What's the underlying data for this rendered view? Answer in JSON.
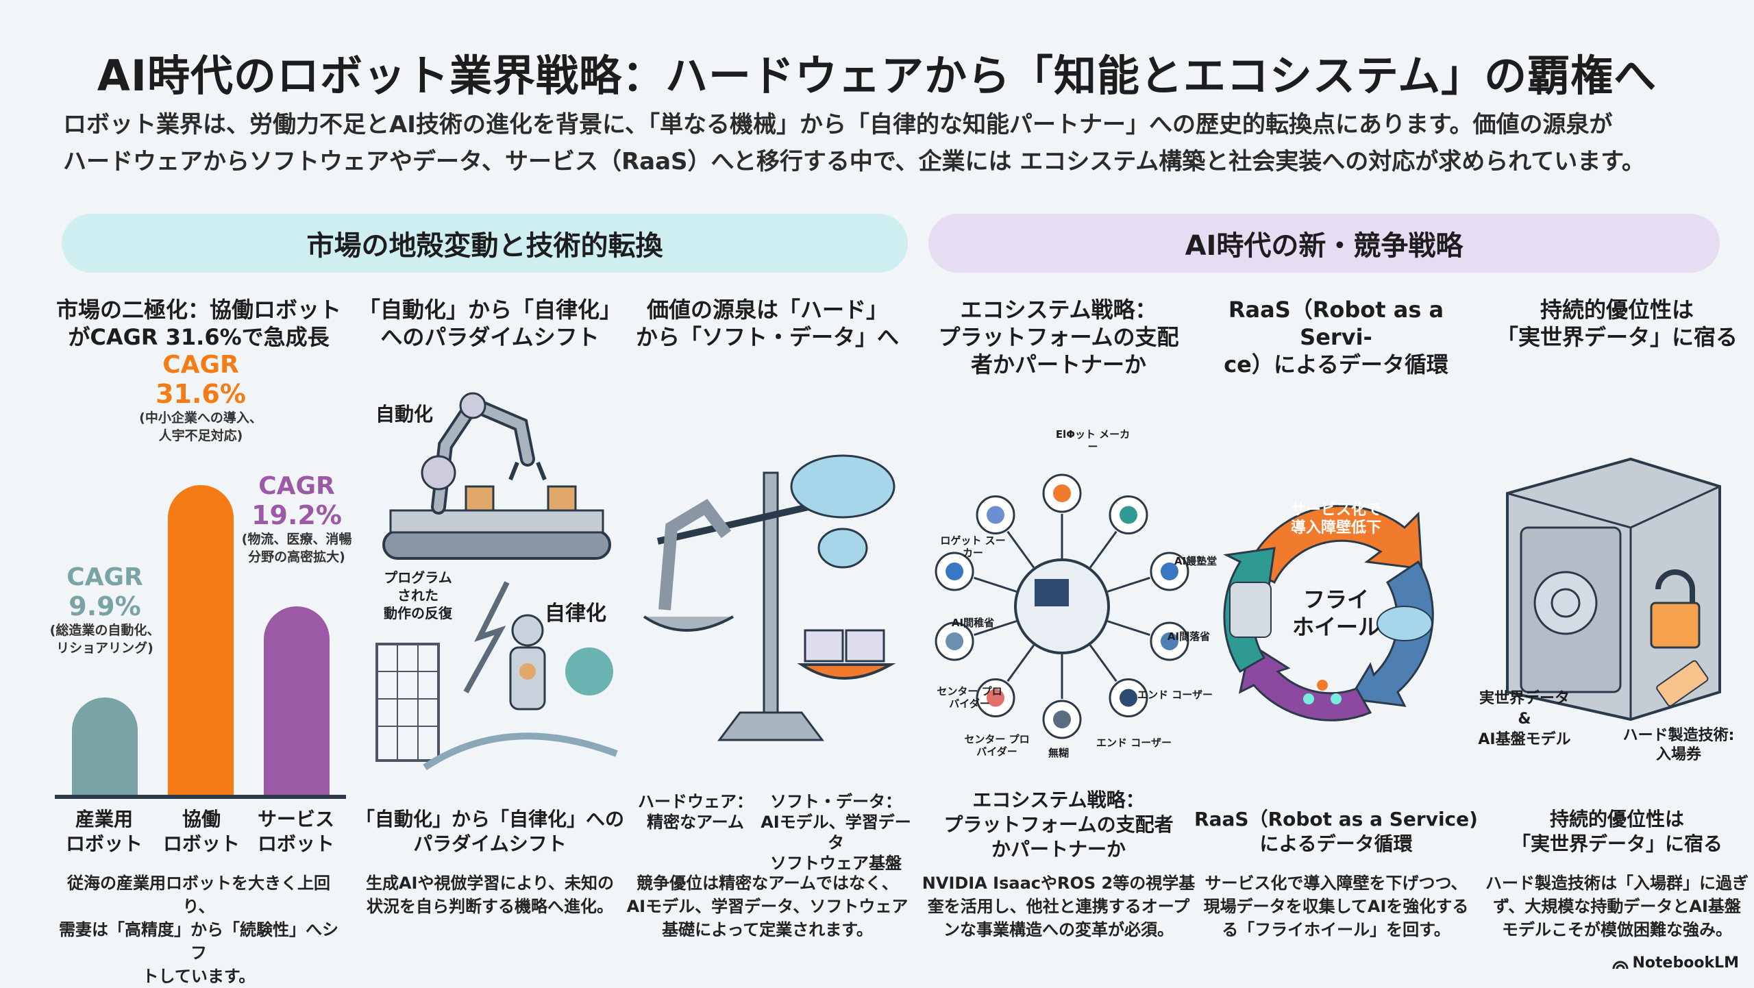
{
  "title": "AI時代のロボット業界戦略：ハードウェアから「知能とエコシステム」の覇権へ",
  "intro": [
    "ロボット業界は、労働力不足とAI技術の進化を背景に、「単なる機械」から「自律的な知能パートナー」への歴史的転換点にあります。価値の源泉が",
    "ハードウェアからソフトウェアやデータ、サービス（RaaS）へと移行する中で、企業には エコシステム構築と社会実装への対応が求められています。"
  ],
  "sections": {
    "left": "市場の地殻変動と技術的転換",
    "right": "AI時代の新・競争戦略"
  },
  "colors": {
    "teal": "#79a3a5",
    "orange": "#f57c15",
    "purple": "#9b59a6",
    "pill_left": "#cfeef0",
    "pill_right": "#e6ddf3"
  },
  "columns": [
    {
      "heading": [
        "市場の二極化：協働ロボット",
        "がCAGR 31.6%で急成長"
      ],
      "caption": "",
      "desc": [
        "従海の産業用ロボットを大きく上回り、",
        "需妻は「高精度」から「続験性」へシフ",
        "トしています。"
      ]
    },
    {
      "heading": [
        "「自動化」から「自律化」",
        "へのパラダイムシフト"
      ],
      "caption": [
        "「自動化」から「自律化」への",
        "パラダイムシフト"
      ],
      "desc": [
        "生成AIや視倣学習により、未知の",
        "状況を自ら判断する機略へ進化。"
      ],
      "labels": {
        "auto": "自動化",
        "program": [
          "プログラム",
          "された",
          "動作の反復"
        ],
        "autonomy": "自律化"
      }
    },
    {
      "heading": [
        "価値の源泉は「ハード」",
        "から「ソフト・データ」へ"
      ],
      "caption": {
        "hw": [
          "ハードウェア：",
          "精密なアーム"
        ],
        "sw": [
          "ソフト・データ：",
          "AIモデル、学習データ",
          "ソフトウェア基盤"
        ]
      },
      "desc": [
        "競争優位は精密なアームではなく、",
        "AIモデル、学習データ、ソフトウェア",
        "基礎によって定業されます。"
      ]
    },
    {
      "heading": [
        "エコシステム戦略：",
        "プラットフォームの支配",
        "者かパートナーか"
      ],
      "caption": [
        "エコシステム戦略：",
        "プラットフォームの支配者",
        "かパートナーか"
      ],
      "desc": [
        "NVIDIA IsaacやROS 2等の視学基",
        "奎を活用し、他社と連携するオープ",
        "ンな事業構造への変革が必須。"
      ],
      "nodes": [
        "ElΦット メーカー",
        "AI饅塾堂",
        "AI間落省",
        "エンド コーザー",
        "エンド コーザー",
        "無糊",
        "センター プロバイダー",
        "センター プロバイダー",
        "AI間稚省",
        "ロゲット スーカー"
      ]
    },
    {
      "heading": [
        "RaaS（Robot as a Servi-",
        "ce）によるデータ循環"
      ],
      "caption": [
        "RaaS（Robot as a Service)",
        "によるデータ循環"
      ],
      "desc": [
        "サービス化で導入障壁を下げつつ、",
        "現場データを収集してAIを強化する",
        "る「フライホイール」を回す。"
      ],
      "arrow_label": [
        "サービス化で",
        "導入障壁低下"
      ],
      "center": [
        "フライ",
        "ホイール"
      ]
    },
    {
      "heading": [
        "持続的優位性は",
        "「実世界データ」に宿る"
      ],
      "caption": [
        "持続的優位性は",
        "「実世界データ」に宿る"
      ],
      "desc": [
        "ハード製造技術は「入場群」に過ぎ",
        "ず、大規模な持動データとAI基盤",
        "モデルこそが模倣困難な強み。"
      ],
      "data_label": [
        "実世界データ",
        "&",
        "AI基盤モデル"
      ],
      "ticket_label": [
        "ハード製造技術:",
        "入場券"
      ]
    }
  ],
  "chart_data": {
    "type": "bar",
    "categories": [
      "産業用ロボット",
      "協働ロボット",
      "サービスロボット"
    ],
    "category_lines": [
      [
        "産業用",
        "ロボット"
      ],
      [
        "協働",
        "ロボット"
      ],
      [
        "サービス",
        "ロボット"
      ]
    ],
    "values": [
      9.9,
      31.6,
      19.2
    ],
    "unit": "% CAGR",
    "labels": [
      {
        "l1": "CAGR",
        "l2": "9.9%",
        "note": [
          "(総造業の自動化、",
          "リショアリング)"
        ]
      },
      {
        "l1": "CAGR",
        "l2": "31.6%",
        "note": [
          "(中小企業への導入、",
          "人宇不足対応)"
        ]
      },
      {
        "l1": "CAGR",
        "l2": "19.2%",
        "note": [
          "(物流、医療、消暢",
          "分野の高密拡大)"
        ]
      }
    ],
    "title": "市場の二極化：協働ロボットがCAGR 31.6%で急成長",
    "xlabel": "",
    "ylabel": "",
    "ylim": [
      0,
      35
    ]
  },
  "footer": {
    "brand": "NotebookLM"
  }
}
